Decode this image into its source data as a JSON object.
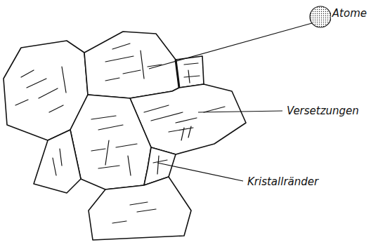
{
  "diagram": {
    "labels": [
      "Atome",
      "Versetzungen",
      "Kristallränder"
    ]
  }
}
